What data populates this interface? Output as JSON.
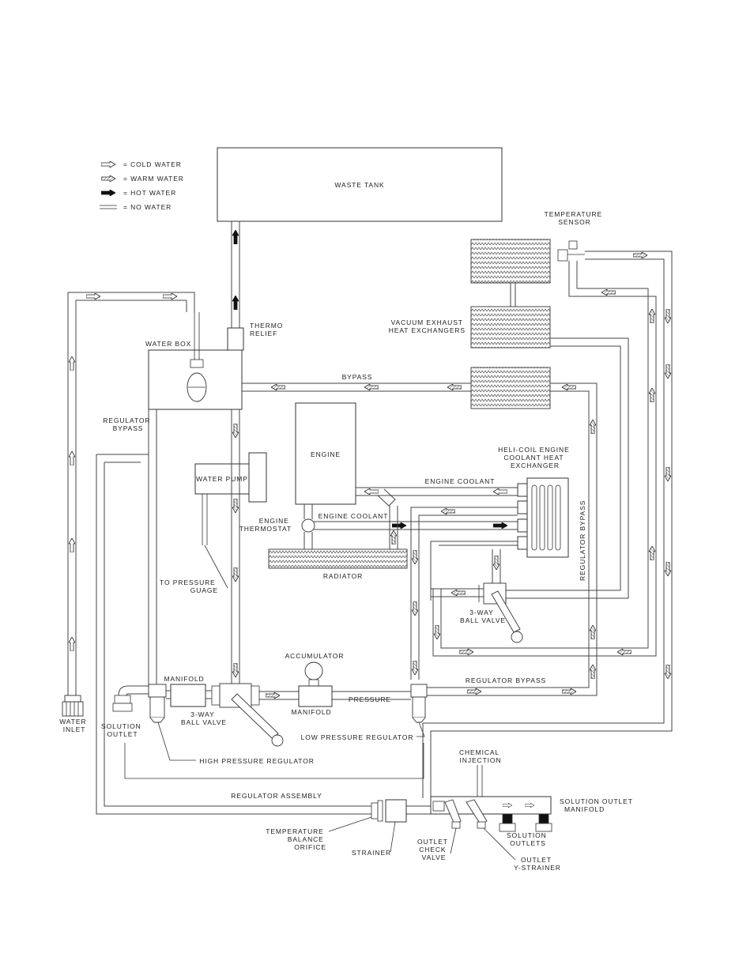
{
  "legend": {
    "items": [
      {
        "label": "= COLD WATER",
        "kind": "cold"
      },
      {
        "label": "= WARM WATER",
        "kind": "warm"
      },
      {
        "label": "= HOT WATER",
        "kind": "hot"
      },
      {
        "label": "= NO WATER",
        "kind": "none"
      }
    ]
  },
  "labels": {
    "waste_tank": "WASTE TANK",
    "temperature_sensor": [
      "TEMPERATURE",
      "SENSOR"
    ],
    "vacuum_exhaust": [
      "VACUUM EXHAUST",
      "HEAT EXCHANGERS"
    ],
    "thermo_relief": [
      "THERMO",
      "RELIEF"
    ],
    "water_box": "WATER BOX",
    "bypass": "BYPASS",
    "regulator_bypass_left": [
      "REGULATOR",
      "BYPASS"
    ],
    "engine": "ENGINE",
    "water_pump": "WATER PUMP",
    "heli_coil": [
      "HELI-COIL ENGINE",
      "COOLANT HEAT",
      "EXCHANGER"
    ],
    "engine_coolant_top": "ENGINE COOLANT",
    "engine_coolant_mid": "ENGINE COOLANT",
    "engine_thermostat": [
      "ENGINE",
      "THERMOSTAT"
    ],
    "regulator_bypass_vertical": "REGULATOR BYPASS",
    "radiator": "RADIATOR",
    "to_pressure_guage": [
      "TO PRESSURE",
      "GUAGE"
    ],
    "three_way_right": [
      "3-WAY",
      "BALL VALVE"
    ],
    "accumulator": "ACCUMULATOR",
    "manifold_left": "MANIFOLD",
    "regulator_bypass_bottom": "REGULATOR BYPASS",
    "pressure": "PRESSURE",
    "manifold_mid": "MANIFOLD",
    "three_way_left": [
      "3-WAY",
      "BALL VALVE"
    ],
    "water_inlet": [
      "WATER",
      "INLET"
    ],
    "solution_outlet": [
      "SOLUTION",
      "OUTLET"
    ],
    "low_pressure_regulator": "LOW PRESSURE REGULATOR",
    "high_pressure_regulator": "HIGH PRESSURE REGULATOR",
    "chemical_injection": [
      "CHEMICAL",
      "INJECTION"
    ],
    "regulator_assembly": "REGULATOR ASSEMBLY",
    "solution_outlet_manifold": [
      "SOLUTION OUTLET",
      "MANIFOLD"
    ],
    "temperature_balance_orifice": [
      "TEMPERATURE",
      "BALANCE",
      "ORIFICE"
    ],
    "strainer": "STRAINER",
    "outlet_check_valve": [
      "OUTLET",
      "CHECK",
      "VALVE"
    ],
    "solution_outlets": [
      "SOLUTION",
      "OUTLETS"
    ],
    "outlet_y_strainer": [
      "OUTLET",
      "Y-STRAINER"
    ]
  }
}
